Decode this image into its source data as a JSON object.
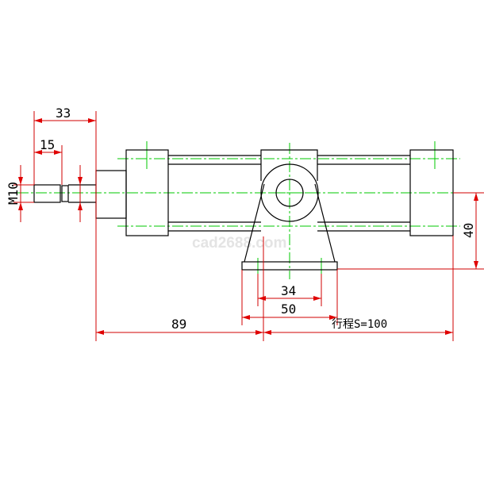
{
  "drawing": {
    "dim_rod_total": "33",
    "dim_thread_length": "15",
    "dim_thread": "M10",
    "dim_front_to_pivot": "89",
    "dim_stroke": "行程S=100",
    "dim_hole_spacing": "34",
    "dim_base_width": "50",
    "dim_pivot_height": "40",
    "watermark": "cad2688.com"
  },
  "colors": {
    "outline": "#000000",
    "centerline": "#00c800",
    "dimension": "#d00000"
  }
}
